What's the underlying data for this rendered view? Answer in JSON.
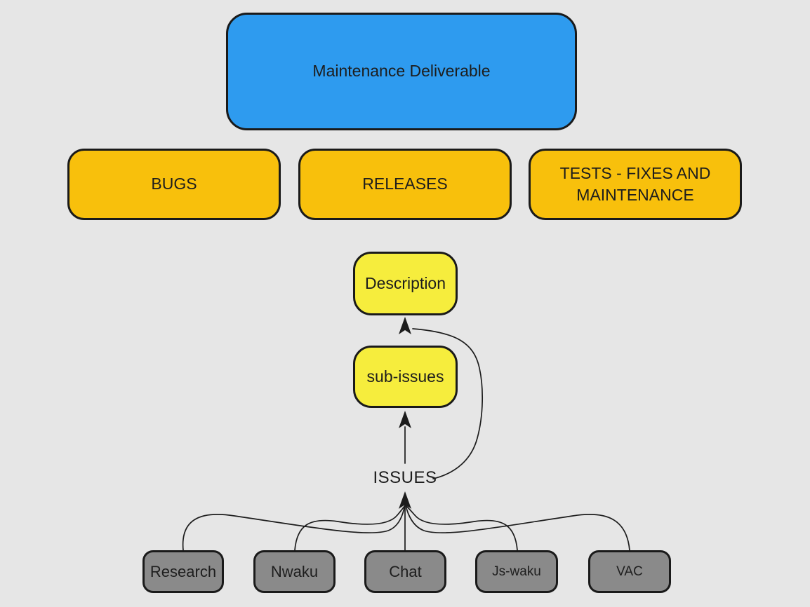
{
  "diagram": {
    "background_color": "#E6E6E6",
    "line_color": "#1c1c1c",
    "border_color": "#1a1a1a",
    "nodes": {
      "root": {
        "label": "Maintenance Deliverable",
        "fill": "#2E9BEF"
      },
      "bugs": {
        "label": "BUGS",
        "fill": "#F8C00C"
      },
      "releases": {
        "label": "RELEASES",
        "fill": "#F8C00C"
      },
      "tests": {
        "label": "TESTS - FIXES AND MAINTENANCE",
        "fill": "#F8C00C"
      },
      "description": {
        "label": "Description",
        "fill": "#F6ED3D"
      },
      "sub_issues": {
        "label": "sub-issues",
        "fill": "#F6ED3D"
      },
      "issues": {
        "label": "ISSUES"
      },
      "research": {
        "label": "Research",
        "fill": "#8A8A8A"
      },
      "nwaku": {
        "label": "Nwaku",
        "fill": "#8A8A8A"
      },
      "chat": {
        "label": "Chat",
        "fill": "#8A8A8A"
      },
      "js_waku": {
        "label": "Js-waku",
        "fill": "#8A8A8A"
      },
      "vac": {
        "label": "VAC",
        "fill": "#8A8A8A"
      }
    },
    "edges": [
      {
        "from": "ISSUES",
        "to": "sub-issues",
        "type": "straight-arrow"
      },
      {
        "from": "ISSUES",
        "to": "Description",
        "type": "curved-arrow"
      },
      {
        "from": "Research",
        "to": "ISSUES",
        "type": "curve"
      },
      {
        "from": "Nwaku",
        "to": "ISSUES",
        "type": "curve"
      },
      {
        "from": "Chat",
        "to": "ISSUES",
        "type": "straight"
      },
      {
        "from": "Js-waku",
        "to": "ISSUES",
        "type": "curve"
      },
      {
        "from": "VAC",
        "to": "ISSUES",
        "type": "curve"
      }
    ]
  }
}
